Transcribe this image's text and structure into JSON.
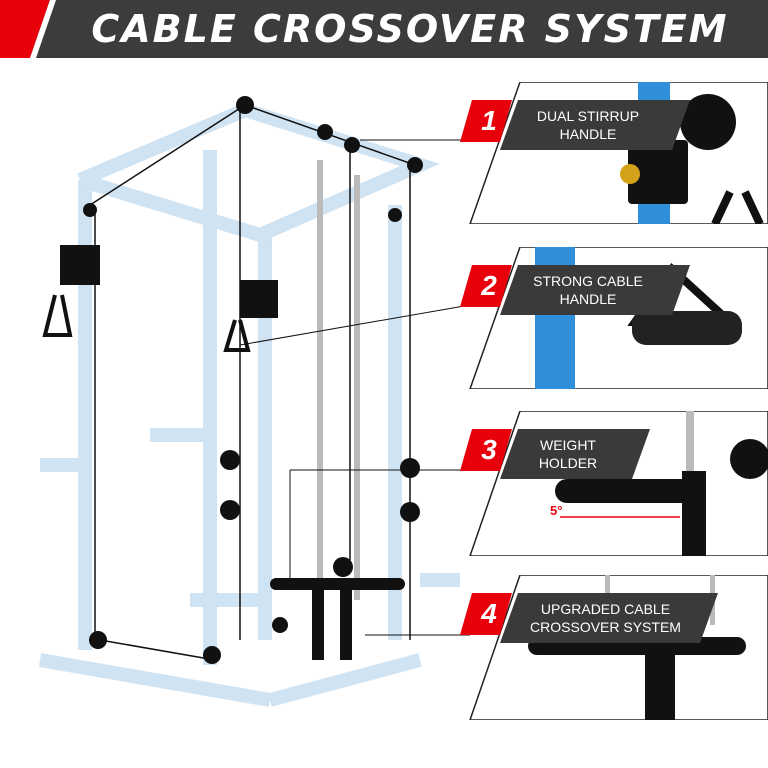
{
  "banner": {
    "title": "CABLE CROSSOVER SYSTEM",
    "accent_color": "#e8000b",
    "background_color": "#3c3c3c"
  },
  "features": [
    {
      "number": "1",
      "label": "DUAL STIRRUP\nHANDLE"
    },
    {
      "number": "2",
      "label": "STRONG CABLE\nHANDLE"
    },
    {
      "number": "3",
      "label": "WEIGHT\nHOLDER",
      "angle_note": "5°"
    },
    {
      "number": "4",
      "label": "UPGRADED CABLE\nCROSSOVER SYSTEM"
    }
  ],
  "colors": {
    "frame": "#cfe3f3",
    "frame_blue": "#2f8fd8",
    "parts": "#1a1a1a",
    "badge": "#e8000b",
    "label_bg": "#3a3a3a"
  }
}
